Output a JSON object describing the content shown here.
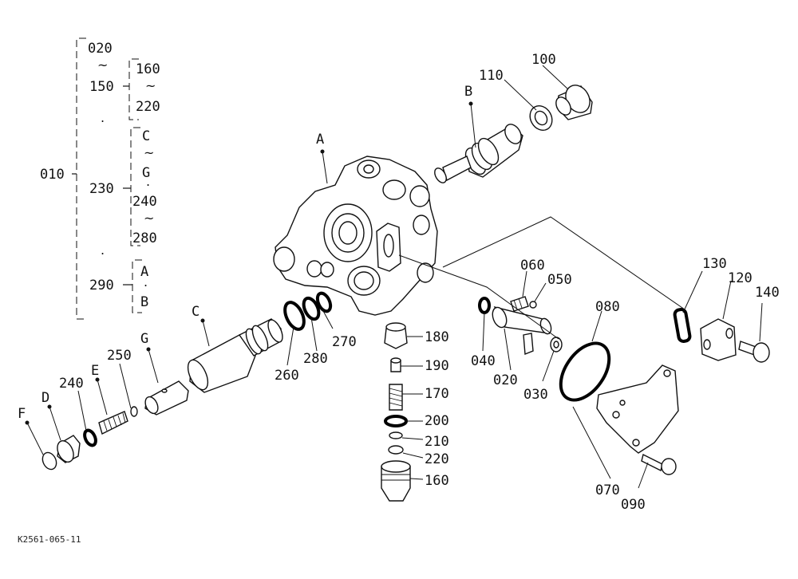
{
  "hierarchy": {
    "root": "010",
    "range_a_start": "020",
    "range_a_tilde": "~",
    "range_a_end": "150",
    "range_b_start": "160",
    "range_b_tilde": "~",
    "range_b_end": "220",
    "dot_1": ".",
    "group_230": "230",
    "group_230_c": "C",
    "group_230_tilde1": "~",
    "group_230_g": "G",
    "group_230_dot": ".",
    "group_230_240": "240",
    "group_230_tilde2": "~",
    "group_230_280": "280",
    "dot_2": ".",
    "group_290": "290",
    "group_290_a": "A",
    "group_290_dot": ".",
    "group_290_b": "B"
  },
  "callouts": {
    "p100": "100",
    "p110": "110",
    "pB": "B",
    "pA": "A",
    "p060": "060",
    "p050": "050",
    "p130": "130",
    "p120": "120",
    "p140": "140",
    "p080": "080",
    "p180": "180",
    "p190": "190",
    "p170": "170",
    "p200": "200",
    "p210": "210",
    "p220": "220",
    "p160": "160",
    "p040": "040",
    "p020": "020",
    "p030": "030",
    "p070": "070",
    "p090": "090",
    "p270": "270",
    "p280": "280",
    "p260": "260",
    "pC": "C",
    "pG": "G",
    "p250": "250",
    "pE": "E",
    "p240": "240",
    "pD": "D",
    "pF": "F"
  },
  "drawing_code": "K2561-065-11"
}
